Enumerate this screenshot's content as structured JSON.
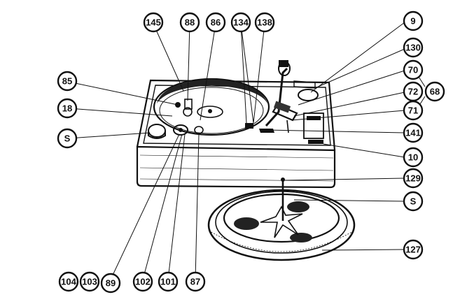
{
  "callouts": [
    {
      "id": "c145",
      "text": "145"
    },
    {
      "id": "c88",
      "text": "88"
    },
    {
      "id": "c86",
      "text": "86"
    },
    {
      "id": "c134",
      "text": "134"
    },
    {
      "id": "c138",
      "text": "138"
    },
    {
      "id": "c9",
      "text": "9"
    },
    {
      "id": "c130",
      "text": "130"
    },
    {
      "id": "c85",
      "text": "85"
    },
    {
      "id": "c70",
      "text": "70"
    },
    {
      "id": "c68",
      "text": "68"
    },
    {
      "id": "c72",
      "text": "72"
    },
    {
      "id": "c71",
      "text": "71"
    },
    {
      "id": "c18",
      "text": "18"
    },
    {
      "id": "c141",
      "text": "141"
    },
    {
      "id": "cS1",
      "text": "S"
    },
    {
      "id": "c10",
      "text": "10"
    },
    {
      "id": "c129",
      "text": "129"
    },
    {
      "id": "cS2",
      "text": "S"
    },
    {
      "id": "c127",
      "text": "127"
    },
    {
      "id": "c104",
      "text": "104"
    },
    {
      "id": "c103",
      "text": "103"
    },
    {
      "id": "c89",
      "text": "89"
    },
    {
      "id": "c102",
      "text": "102"
    },
    {
      "id": "c101",
      "text": "101"
    },
    {
      "id": "c87",
      "text": "87"
    }
  ],
  "colors": {
    "ink": "#111111",
    "paper": "#ffffff"
  }
}
